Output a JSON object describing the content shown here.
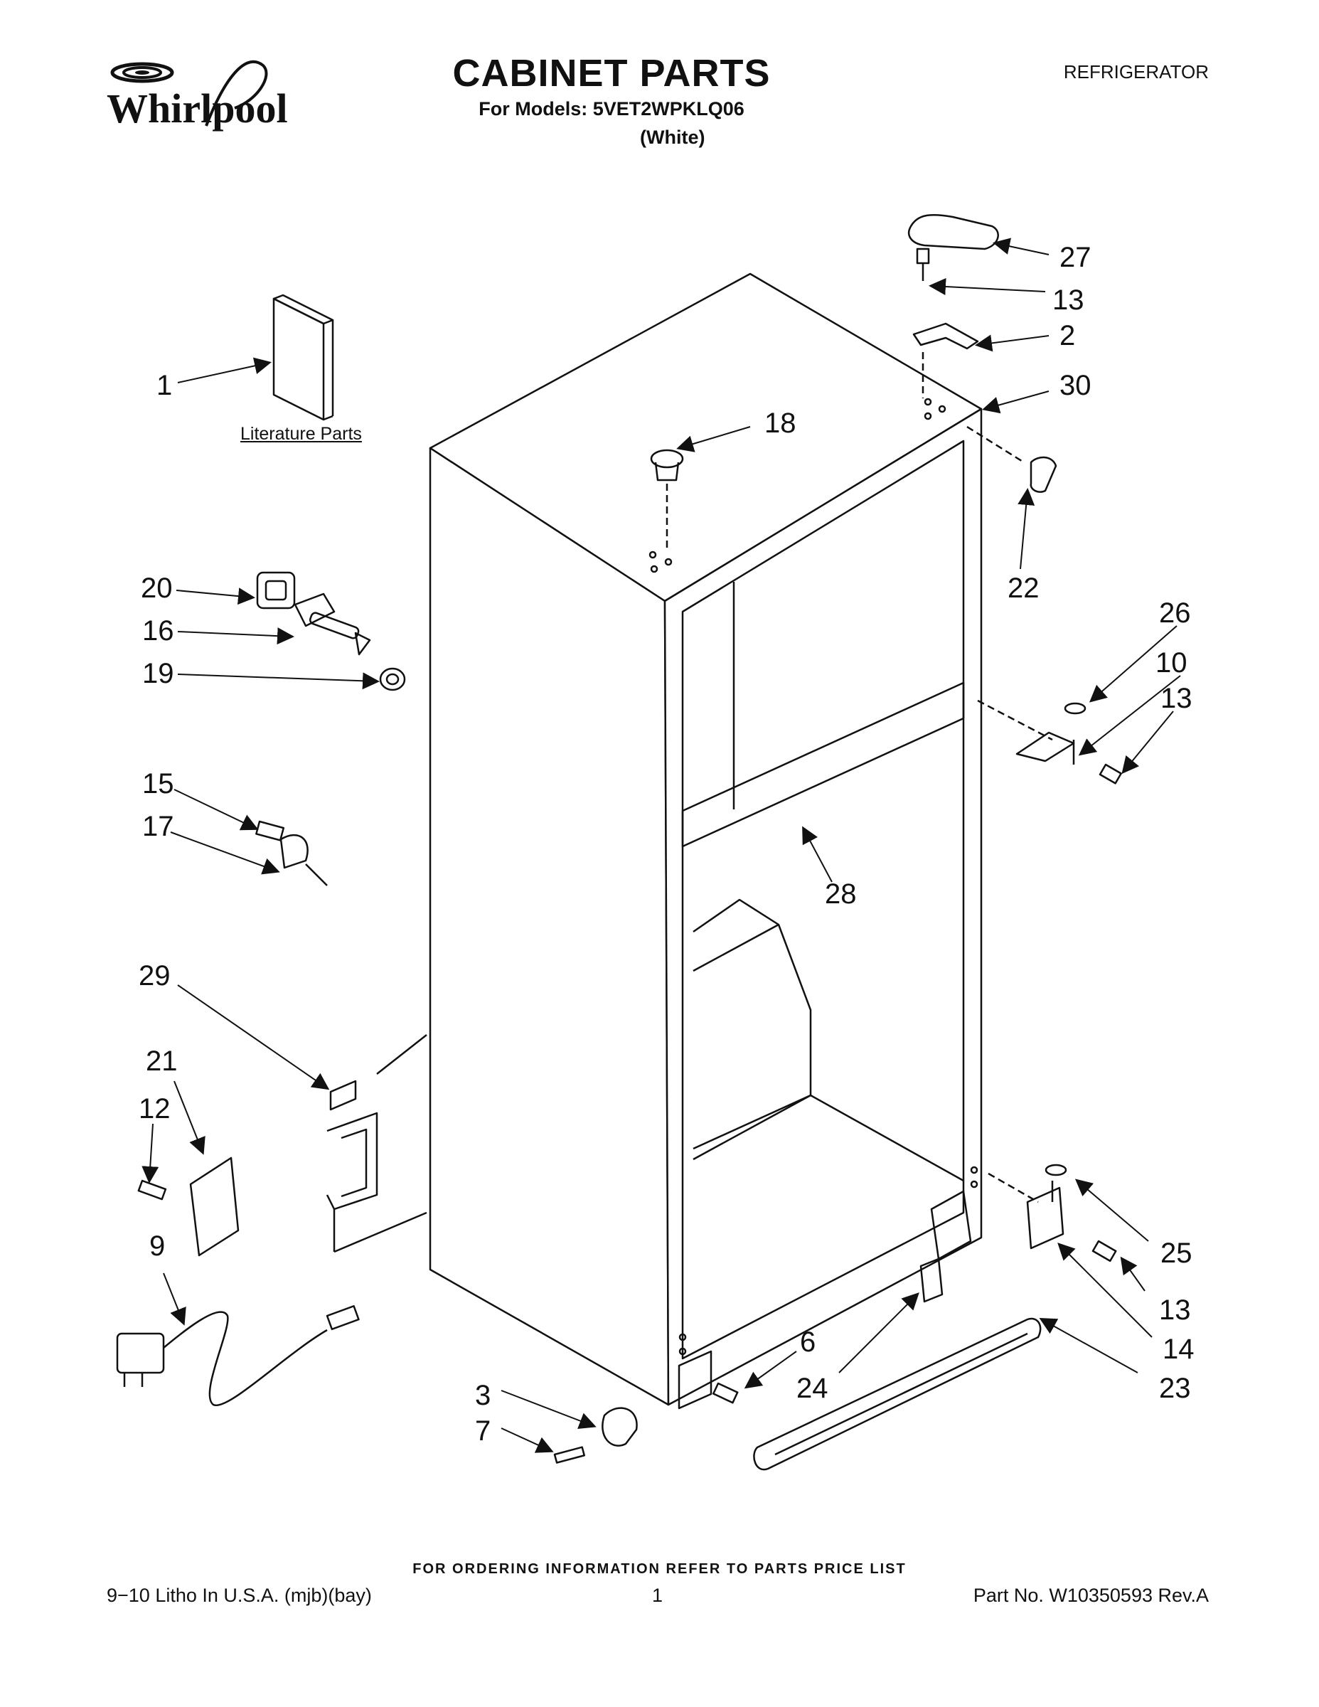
{
  "header": {
    "brand": "Whirlpool",
    "title": "CABINET PARTS",
    "models_line": "For Models: 5VET2WPKLQ06",
    "color": "(White)",
    "product": "REFRIGERATOR"
  },
  "diagram": {
    "literature_label": "Literature Parts",
    "callouts": [
      "1",
      "2",
      "3",
      "6",
      "7",
      "9",
      "10",
      "12",
      "13",
      "14",
      "15",
      "16",
      "17",
      "18",
      "19",
      "20",
      "21",
      "22",
      "23",
      "24",
      "25",
      "26",
      "27",
      "28",
      "29",
      "30"
    ]
  },
  "footer": {
    "ordering": "FOR ORDERING INFORMATION REFER TO PARTS PRICE LIST",
    "litho": "9−10 Litho In U.S.A. (mjb)(bay)",
    "page": "1",
    "part_no": "Part No. W10350593 Rev.A"
  }
}
